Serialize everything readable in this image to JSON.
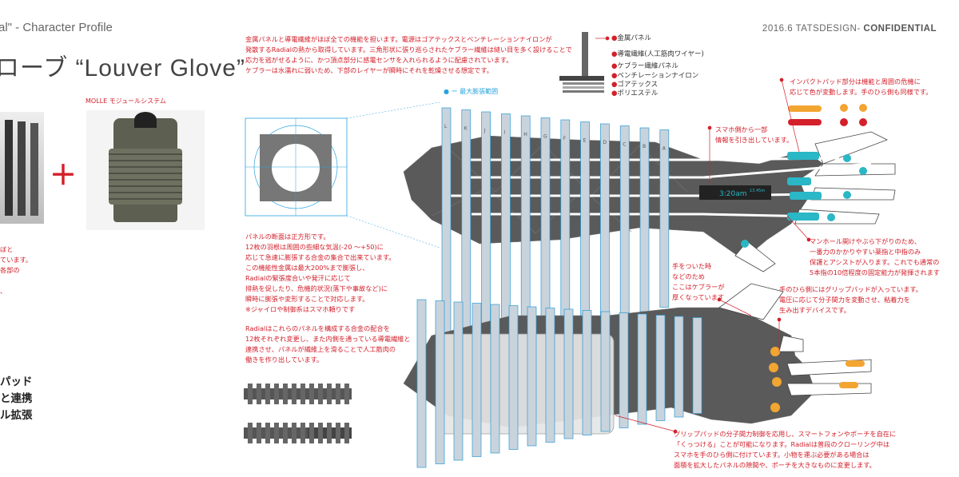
{
  "header": {
    "left_title": "al\" - Character Profile",
    "right_prefix": "2016.6 TATSDESIGN- ",
    "right_strong": "CONFIDENTIAL"
  },
  "title": "ローブ “Louver Glove”",
  "molle_label": "MOLLE モジュールシステム",
  "plus": "＋",
  "left_notes": [
    "ぼと",
    "ています。",
    "各部の",
    "、"
  ],
  "feature_lines": [
    "パッド",
    "と連携",
    "ル拡張"
  ],
  "intro_lines": [
    "金属パネルと導電繊維がほぼ全ての機能を担います。電源はゴアテックスとベンチレーションナイロンが",
    "発散するRadialの熱から取得しています。三角形状に張り巡らされたケブラー繊維は縫い目を多く設けることで",
    "応力を逃がせるように、かつ頂点部分に感電センサを入れられるように配慮されています。",
    "ケブラーは水濡れに弱いため、下部のレイヤーが瞬時にそれを乾燥させる想定です。"
  ],
  "layers": [
    "金属パネル",
    "導電繊維(人工筋肉ワイヤー)",
    "ケブラー繊維パネル",
    "ベンチレーションナイロン",
    "ゴアテックス",
    "ポリエステル"
  ],
  "max_range": "ー 最大膨張範囲",
  "impact_lines": [
    "インパクトパッド部分は機能と周囲の危機に",
    "応じて色が変動します。手のひら側も同様です。"
  ],
  "phone_lines": [
    "スマホ側から一部",
    "情報を引き出しています。"
  ],
  "watch": {
    "time": "3:20am",
    "sub": "13.45m"
  },
  "panel_letters": [
    "L",
    "K",
    "J",
    "I",
    "H",
    "G",
    "F",
    "E",
    "D",
    "C",
    "B",
    "A"
  ],
  "panel_lines": [
    "パネルの断面は正方形です。",
    "12枚の羽根は周囲の些細な気温(-20 〜+50)に",
    "応じて急速に膨張する合金の集合で出来ています。",
    "この機能性金属は最大200%まで膨張し、",
    "Radialの緊張度合いや発汗に応じて",
    "排熱を促したり、危機的状況(落下や事故など)に",
    "瞬時に膨張や変形することで対応します。",
    "※ジャイロや制御系はスマホ頼りです"
  ],
  "radial_lines": [
    "Radialはこれらのパネルを構成する合金の配合を",
    "12枚それぞれ変更し、また内側を通っている導電繊維と",
    "連携させ、パネルが繊維上を滑ることで人工筋肉の",
    "働きを作り出しています。"
  ],
  "hand_lines": [
    "手をついた時",
    "などのため",
    "ここはケブラーが",
    "厚くなっています"
  ],
  "manhole_lines": [
    "マンホール開けやぶら下がりのため、",
    "一番力のかかりやすい薬指と中指のみ",
    "保護とアシストが入ります。これでも通常の",
    "5本指の10倍程度の固定能力が発揮されます"
  ],
  "palm_lines": [
    "手のひら側にはグリップパッドが入っています。",
    "電圧に応じて分子間力を変動させ、粘着力を",
    "生み出すデバイスです。"
  ],
  "grip_lines": [
    "グリップパッドの分子間力制御を応用し、スマートフォンやポーチを自在に",
    "「くっつける」ことが可能になります。Radialは普段のクローリング中は",
    "スマホを手のひら側に付けています。小物を運ぶ必要がある場合は",
    "面積を拡大したパネルの隙間や、ポーチを大きなものに変更します。"
  ],
  "colors": {
    "accent": "#d3202b",
    "cyan": "#2ab7c6",
    "blue": "#29a3dd",
    "orange": "#f2a531",
    "dark": "#5a5a5a",
    "panel": "#c9d3dc"
  }
}
